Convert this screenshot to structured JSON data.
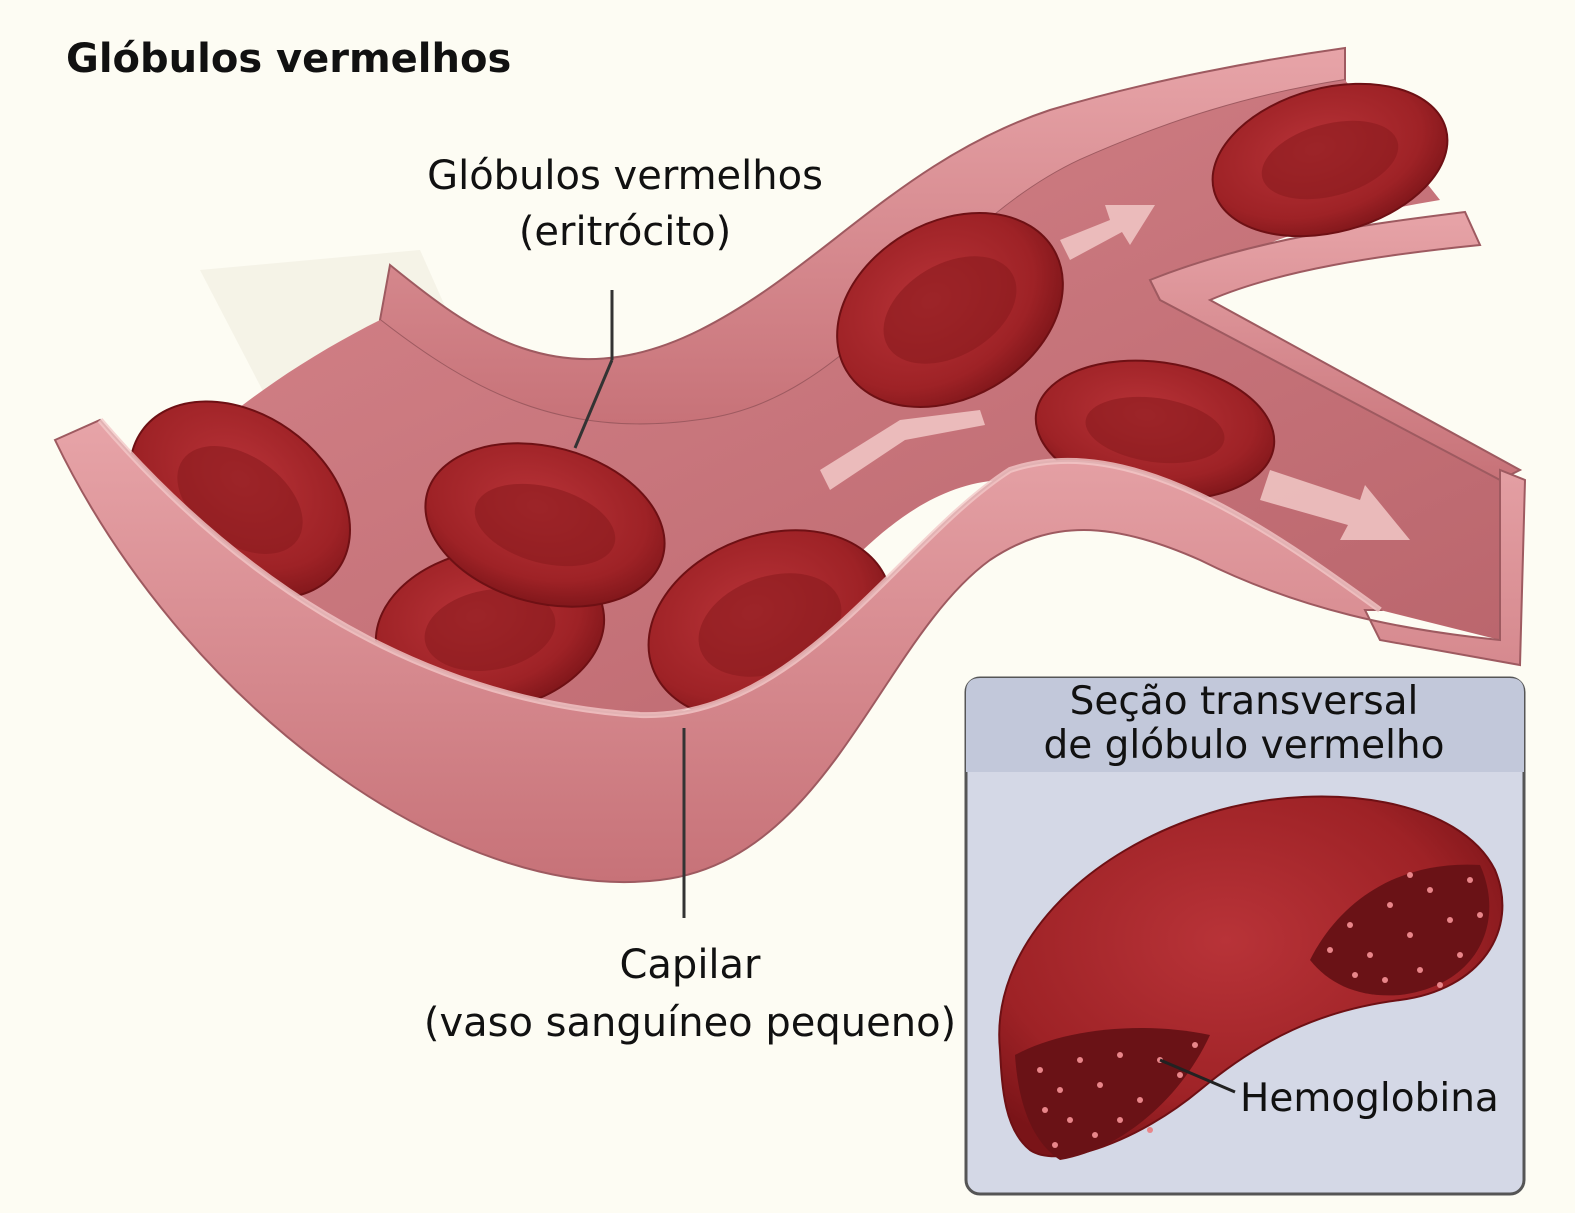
{
  "title": "Glóbulos vermelhos",
  "labels": {
    "rbc_line1": "Glóbulos vermelhos",
    "rbc_line2": "(eritrócito)",
    "capillary_line1": "Capilar",
    "capillary_line2": "(vaso sanguíneo pequeno)",
    "inset_title_line1": "Seção transversal",
    "inset_title_line2": "de glóbulo vermelho",
    "hemoglobin": "Hemoglobina"
  },
  "colors": {
    "background": "#fdfcf3",
    "vessel_wall": "#d88a90",
    "vessel_inner": "#c8737a",
    "cell": "#a8262a",
    "cell_dark": "#7e1519",
    "inset_bg": "#d4d8e6",
    "inset_header": "#c2c8da",
    "hemoglobin_dots": "#e9868a"
  }
}
